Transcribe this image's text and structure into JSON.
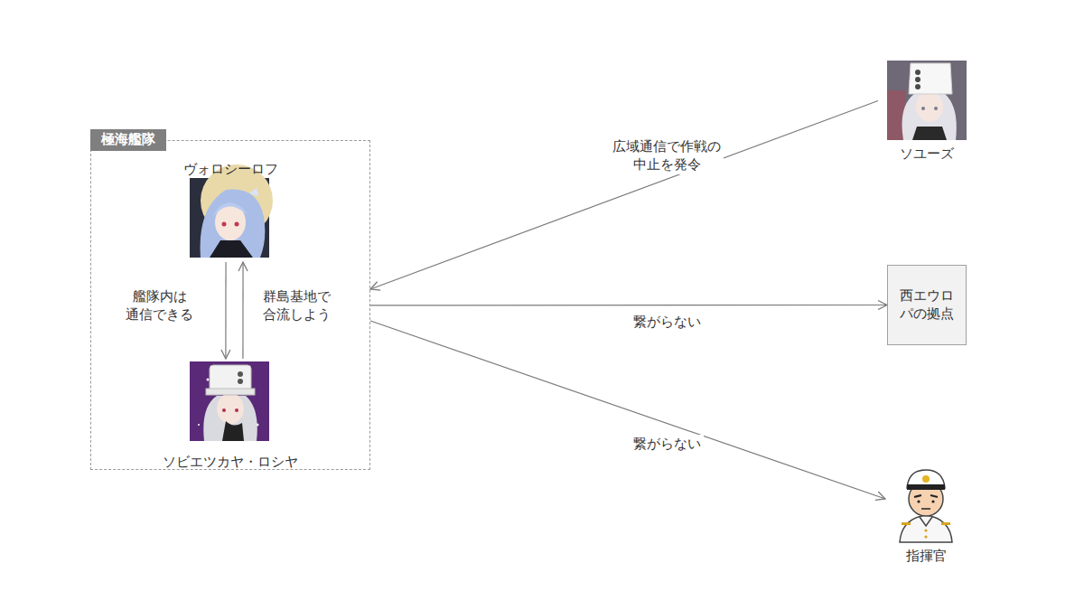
{
  "diagram": {
    "nodes": [
      {
        "text": [
          "極海艦隊"
        ]
      },
      {
        "text": [
          "ヴォロシーロフ"
        ],
        "in": 0
      },
      {
        "text": [
          "ソビエツカヤ・ロシヤ"
        ],
        "in": 0
      },
      {
        "text": [
          "ソユーズ"
        ]
      },
      {
        "text": [
          "西エウロ パの拠点"
        ]
      },
      {
        "text": [
          "指揮官"
        ]
      }
    ],
    "edges": [
      {
        "from": 1,
        "to": 2,
        "arrow": "to",
        "label": "艦隊内は 通信できる"
      },
      {
        "from": 2,
        "to": 1,
        "arrow": "to",
        "label": "群島基地で 合流しよう"
      },
      {
        "from": 3,
        "to": 0,
        "arrow": "to",
        "label": "広域通信で作戦の 中止を発令"
      },
      {
        "from": 0,
        "to": 4,
        "arrow": "to",
        "label": "繋がらない"
      },
      {
        "from": 0,
        "to": 5,
        "arrow": "to",
        "label": "繋がらない"
      }
    ]
  }
}
